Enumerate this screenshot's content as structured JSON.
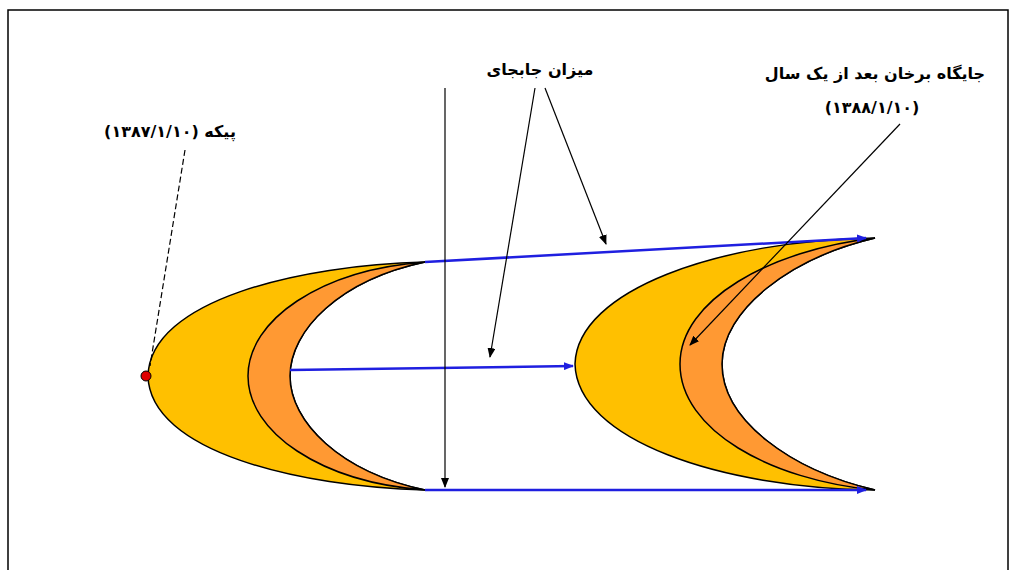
{
  "diagram": {
    "labels": [
      "میزان جابجای",
      "جایگاه برخان بعد از یک سال",
      "(۱۳۸۸/۱/۱۰)",
      "پیکه (۱۳۸۷/۱/۱۰)"
    ]
  }
}
